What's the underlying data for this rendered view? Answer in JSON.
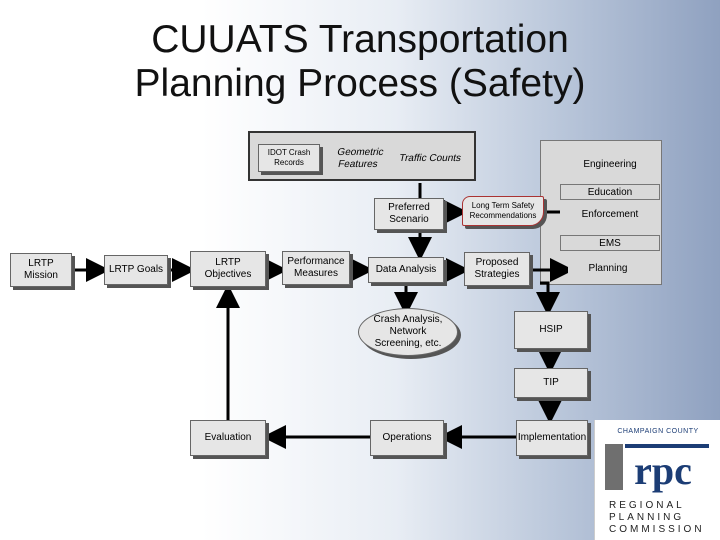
{
  "title": {
    "line1": "CUUATS Transportation",
    "line2": "Planning Process (Safety)"
  },
  "nodes": {
    "idot_crash_records": "IDOT Crash Records",
    "geometric_features": "Geometric Features",
    "traffic_counts": "Traffic Counts",
    "engineering": "Engineering",
    "education": "Education",
    "preferred_scenario": "Preferred Scenario",
    "long_term_safety": "Long Term Safety Recommendations",
    "enforcement": "Enforcement",
    "ems": "EMS",
    "lrtp_mission": "LRTP Mission",
    "lrtp_goals": "LRTP Goals",
    "lrtp_objectives": "LRTP Objectives",
    "performance_measures": "Performance Measures",
    "data_analysis": "Data Analysis",
    "proposed_strategies": "Proposed Strategies",
    "planning": "Planning",
    "crash_analysis": "Crash Analysis, Network Screening, etc.",
    "hsip": "HSIP",
    "tip": "TIP",
    "evaluation": "Evaluation",
    "operations": "Operations",
    "implementation": "Implementation"
  },
  "logo": {
    "county": "CHAMPAIGN COUNTY",
    "mark": "rpc",
    "words": [
      "REGIONAL",
      "PLANNING",
      "COMMISSION"
    ],
    "colors": {
      "navy": "#1c3d75",
      "gray": "#6f6f6f"
    }
  }
}
